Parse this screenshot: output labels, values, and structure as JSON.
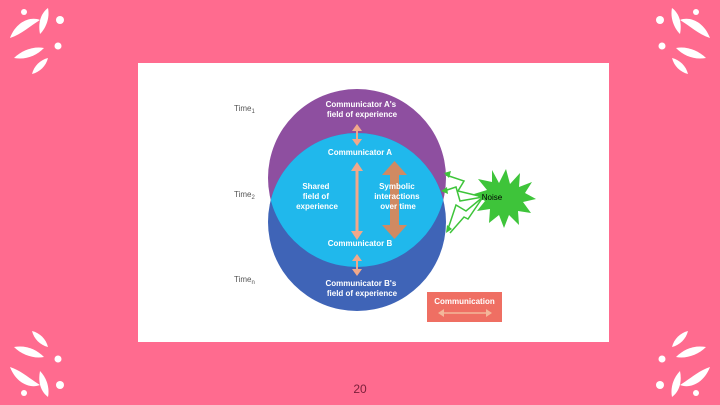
{
  "diagram": {
    "time_labels": {
      "t1": "Time",
      "t1_sub": "1",
      "t2": "Time",
      "t2_sub": "2",
      "tn": "Time",
      "tn_sub": "n"
    },
    "communicator_a_field": [
      "Communicator A's",
      "field of experience"
    ],
    "communicator_a": "Communicator A",
    "shared_field": [
      "Shared",
      "field of",
      "experience"
    ],
    "symbolic_interactions": [
      "Symbolic",
      "interactions",
      "over time"
    ],
    "communicator_b": "Communicator B",
    "communicator_b_field": [
      "Communicator B's",
      "field of experience"
    ],
    "noise": "Noise",
    "legend_label": "Communication"
  },
  "colors": {
    "background": "#ff6b8f",
    "top_circle": "#8e4fa0",
    "bottom_circle": "#3f64b7",
    "overlap": "#20b8ec",
    "arrow": "#f1a88a",
    "thick_arrow": "#d08a62",
    "noise": "#3ec43a",
    "legend_box": "#ef6f63"
  },
  "page_number": "20"
}
